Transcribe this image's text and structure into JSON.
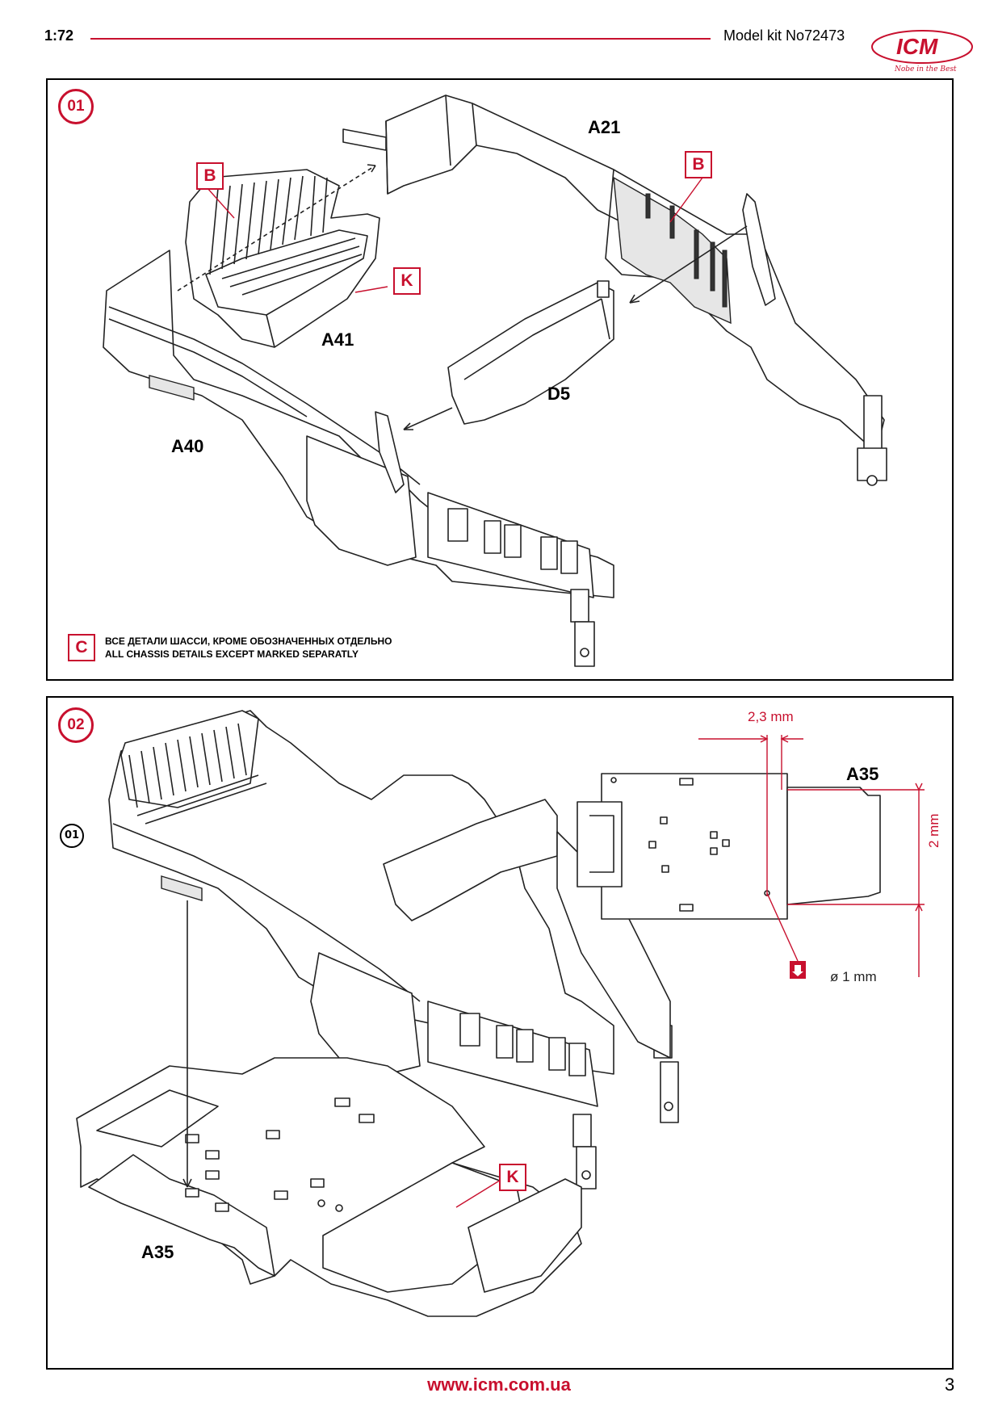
{
  "header": {
    "scale": "1:72",
    "kit_number": "Model kit No72473",
    "logo_text": "ICM",
    "logo_tagline": "Nobe in the Best"
  },
  "steps": [
    {
      "number": "01",
      "parts": [
        "A21",
        "A41",
        "A40",
        "D5"
      ],
      "color_codes": [
        "B",
        "B",
        "K"
      ],
      "legend_code": "C",
      "legend_ru": "ВСЕ ДЕТАЛИ ШАССИ, КРОМЕ ОБОЗНАЧЕННЫХ ОТДЕЛЬНО",
      "legend_en": "ALL CHASSIS DETAILS EXCEPT MARKED SEPARATLY"
    },
    {
      "number": "02",
      "ref_step": "01",
      "parts": [
        "A35",
        "A35"
      ],
      "color_codes": [
        "K"
      ],
      "dimensions": {
        "width": "2,3 mm",
        "height": "2 mm",
        "drill": "ø 1 mm"
      }
    }
  ],
  "footer": {
    "url": "www.icm.com.ua",
    "page": "3"
  },
  "colors": {
    "accent": "#c8102e",
    "line": "#222222"
  }
}
